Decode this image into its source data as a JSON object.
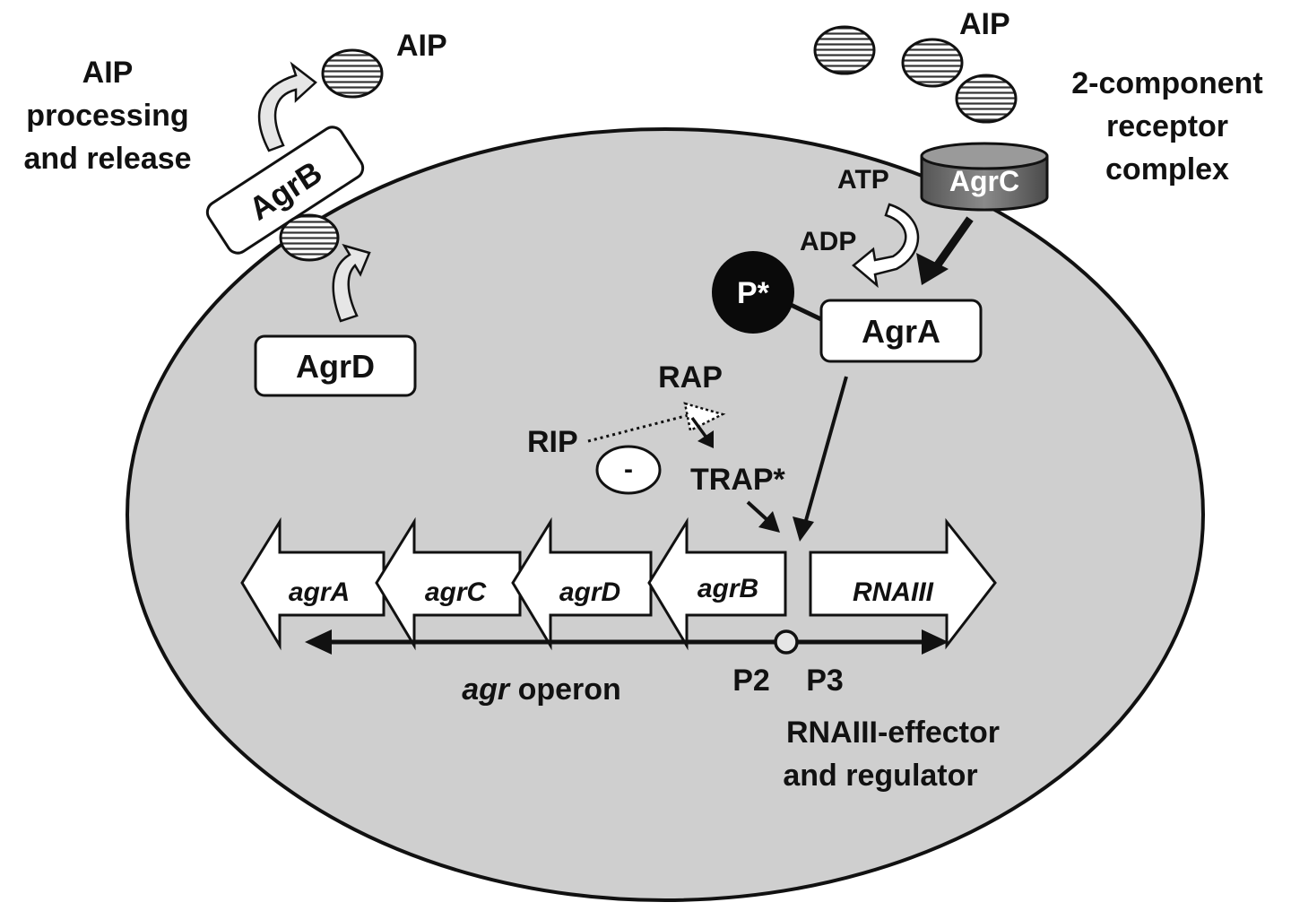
{
  "labels": {
    "aip_processing_line1": "AIP",
    "aip_processing_line2": "processing",
    "aip_processing_line3": "and release",
    "aip_left": "AIP",
    "aip_right": "AIP",
    "receptor_line1": "2-component",
    "receptor_line2": "receptor",
    "receptor_line3": "complex",
    "atp": "ATP",
    "adp": "ADP",
    "phospho": "P*",
    "rap": "RAP",
    "rip": "RIP",
    "inhibit": "-",
    "trap": "TRAP*",
    "p2": "P2",
    "p3": "P3",
    "operon_italic": "agr",
    "operon_rest": " operon",
    "effector_line1": "RNAIII-effector",
    "effector_line2": "and regulator"
  },
  "proteins": {
    "agrB": "AgrB",
    "agrC": "AgrC",
    "agrA": "AgrA",
    "agrD": "AgrD"
  },
  "genes": {
    "agrA": "agrA",
    "agrC": "agrC",
    "agrD": "agrD",
    "agrB": "agrB",
    "rnaiii": "RNAIII"
  },
  "colors": {
    "cell_fill": "#cfcfcf",
    "outline": "#111111",
    "box_fill": "#ffffff",
    "receptor_fill": "#6f6f6f",
    "phospho_fill": "#0a0a0a"
  }
}
